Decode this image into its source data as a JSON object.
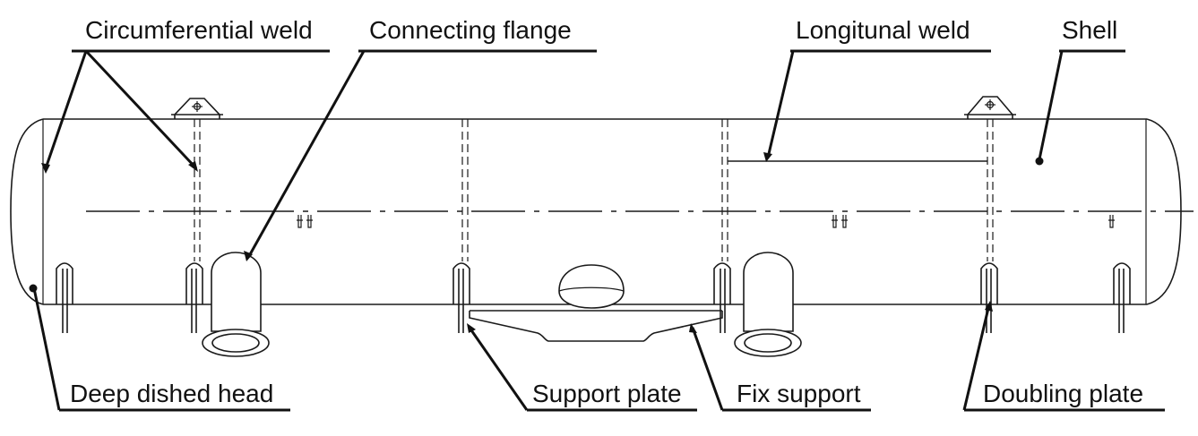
{
  "labels": {
    "circumferential_weld": "Circumferential weld",
    "connecting_flange": "Connecting flange",
    "longitunal_weld": "Longitunal weld",
    "shell": "Shell",
    "deep_dished_head": "Deep dished head",
    "support_plate": "Support plate",
    "fix_support": "Fix support",
    "doubling_plate": "Doubling plate"
  },
  "colors": {
    "line": "#1a1a1a",
    "background": "#ffffff"
  }
}
